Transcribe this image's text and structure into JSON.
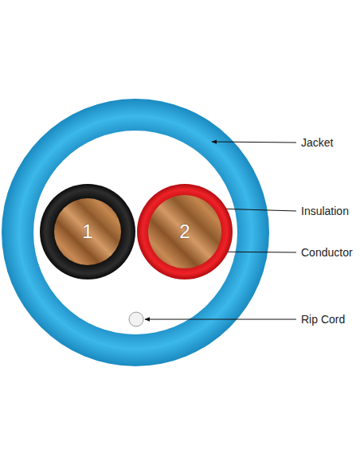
{
  "diagram": {
    "nodes": [
      {
        "text": [
          "1"
        ]
      },
      {
        "text": [
          "2"
        ]
      }
    ],
    "labels": [
      "Jacket",
      "Insulation",
      "Conductor",
      "Rip Cord"
    ]
  }
}
